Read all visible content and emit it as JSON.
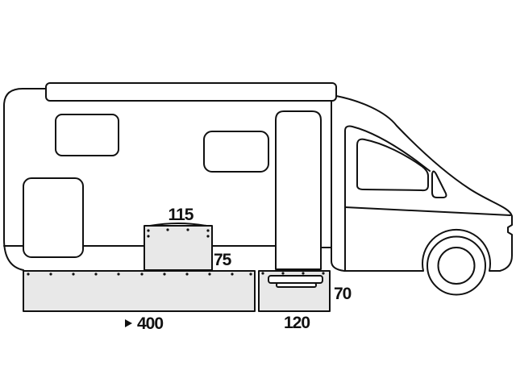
{
  "figure": {
    "name": "motorhome-side-view-dimension-diagram",
    "background_color": "#ffffff",
    "line_color": "#111111",
    "panel_fill_color": "#e8e8e8"
  },
  "dimensions": {
    "top_box_width": "115",
    "top_box_height": "75",
    "left_skirt_length": "400",
    "skirt_height": "70",
    "right_skirt_length": "120"
  },
  "icons": {
    "left_skirt_marker_icon": "right-pointing-triangle"
  }
}
